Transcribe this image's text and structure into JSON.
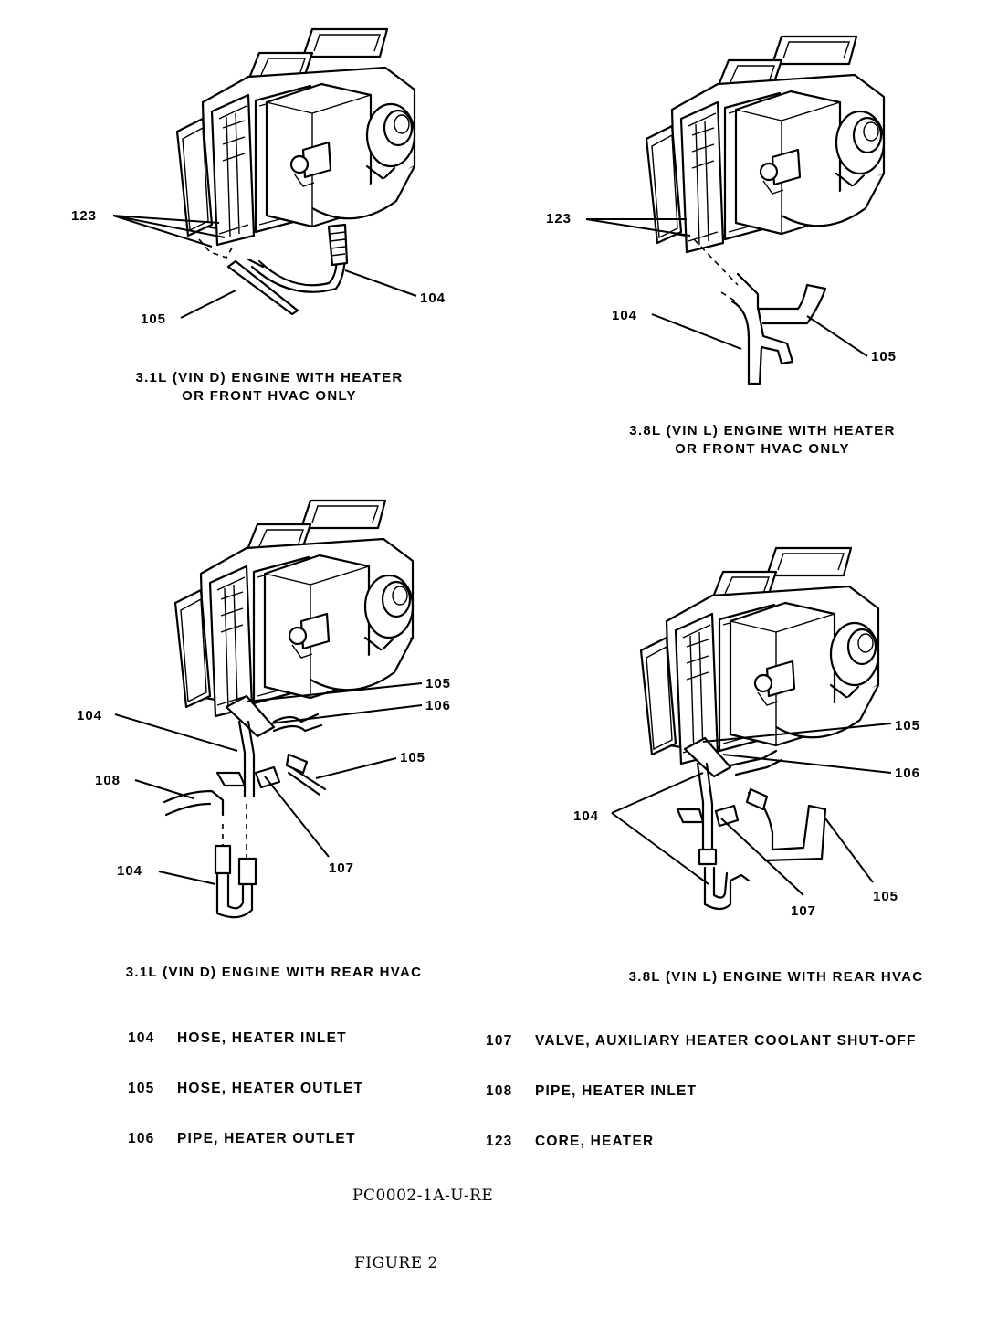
{
  "panels": [
    {
      "caption_line1": "3.1L (VIN D) ENGINE WITH HEATER",
      "caption_line2": "OR FRONT HVAC ONLY",
      "callouts": [
        "123",
        "104",
        "105"
      ]
    },
    {
      "caption_line1": "3.8L (VIN L) ENGINE WITH HEATER",
      "caption_line2": "OR FRONT HVAC ONLY",
      "callouts": [
        "123",
        "104",
        "105"
      ]
    },
    {
      "caption_line1": "3.1L (VIN D) ENGINE WITH REAR HVAC",
      "callouts": [
        "105",
        "106",
        "104",
        "105",
        "108",
        "107",
        "104"
      ]
    },
    {
      "caption_line1": "3.8L (VIN L) ENGINE WITH REAR HVAC",
      "callouts": [
        "105",
        "106",
        "104",
        "107",
        "105"
      ]
    }
  ],
  "legend": [
    {
      "num": "104",
      "desc": "HOSE, HEATER INLET"
    },
    {
      "num": "105",
      "desc": "HOSE, HEATER OUTLET"
    },
    {
      "num": "106",
      "desc": "PIPE, HEATER OUTLET"
    },
    {
      "num": "107",
      "desc": "VALVE, AUXILIARY HEATER COOLANT SHUT-OFF"
    },
    {
      "num": "108",
      "desc": "PIPE, HEATER INLET"
    },
    {
      "num": "123",
      "desc": "CORE, HEATER"
    }
  ],
  "figure_code": "PC0002-1A-U-RE",
  "figure_label": "FIGURE 2"
}
